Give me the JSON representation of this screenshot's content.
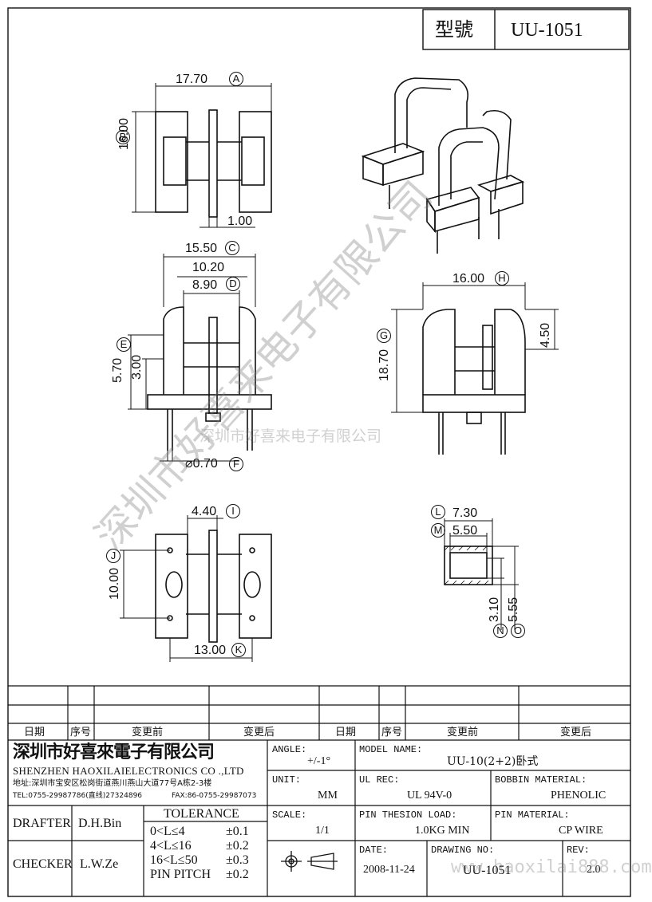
{
  "header": {
    "model_label": "型號",
    "model_value": "UU-1051"
  },
  "dims": {
    "a": "17.70",
    "a_tag": "A",
    "b": "16.00",
    "b_tag": "B",
    "w100": "1.00",
    "c": "15.50",
    "c_tag": "C",
    "d1020": "10.20",
    "d": "8.90",
    "d_tag": "D",
    "e": "5.70",
    "e_tag": "E",
    "e300": "3.00",
    "f": "⌀0.70",
    "f_tag": "F",
    "h": "16.00",
    "h_tag": "H",
    "g": "18.70",
    "g_tag": "G",
    "g450": "4.50",
    "i": "4.40",
    "i_tag": "I",
    "j": "10.00",
    "j_tag": "J",
    "k": "13.00",
    "k_tag": "K",
    "l": "7.30",
    "l_tag": "L",
    "m": "5.50",
    "m_tag": "M",
    "n": "3.10",
    "n_tag": "N",
    "o": "5.55",
    "o_tag": "O"
  },
  "revisions": {
    "col_date": "日期",
    "col_no": "序号",
    "col_before": "变更前",
    "col_after": "变更后"
  },
  "company": {
    "cn": "深圳市好喜來電子有限公司",
    "en": "SHENZHEN HAOXILAIELECTRONICS CO .,LTD",
    "address": "地址:深圳市宝安区松岗街道燕川燕山大道77号A栋2-3楼",
    "tel": "TEL:0755-29987786(直线)27324896",
    "fax": "FAX:86-0755-29987073"
  },
  "title_block": {
    "angle_label": "ANGLE:",
    "angle_value": "+/-1°",
    "model_name_label": "MODEL NAME:",
    "model_name_value": "UU-10(2+2)卧式",
    "unit_label": "UNIT:",
    "unit_value": "MM",
    "ul_rec_label": "UL REC:",
    "ul_rec_value": "UL 94V-0",
    "bobbin_label": "BOBBIN MATERIAL:",
    "bobbin_value": "PHENOLIC",
    "scale_label": "SCALE:",
    "scale_value": "1/1",
    "pin_load_label": "PIN THESION LOAD:",
    "pin_load_value": "1.0KG MIN",
    "pin_mat_label": "PIN MATERIAL:",
    "pin_mat_value": "CP  WIRE",
    "date_label": "DATE:",
    "date_value": "2008-11-24",
    "drawing_no_label": "DRAWING NO:",
    "drawing_no_value": "UU-1051",
    "rev_label": "REV:",
    "rev_value": "2.0",
    "drafter_label": "DRAFTER",
    "drafter_value": "D.H.Bin",
    "checker_label": "CHECKER",
    "checker_value": "L.W.Ze",
    "tolerance_label": "TOLERANCE",
    "tol_rows": [
      {
        "range": "0<L≤4",
        "tol": "±0.1"
      },
      {
        "range": "4<L≤16",
        "tol": "±0.2"
      },
      {
        "range": "16<L≤50",
        "tol": "±0.3"
      },
      {
        "range": "PIN PITCH",
        "tol": "±0.2"
      }
    ]
  },
  "watermarks": {
    "diag": "深圳市好喜来电子有限公司",
    "mid": "深圳市好喜来电子有限公司",
    "url": "www.haoxilai888.com"
  }
}
